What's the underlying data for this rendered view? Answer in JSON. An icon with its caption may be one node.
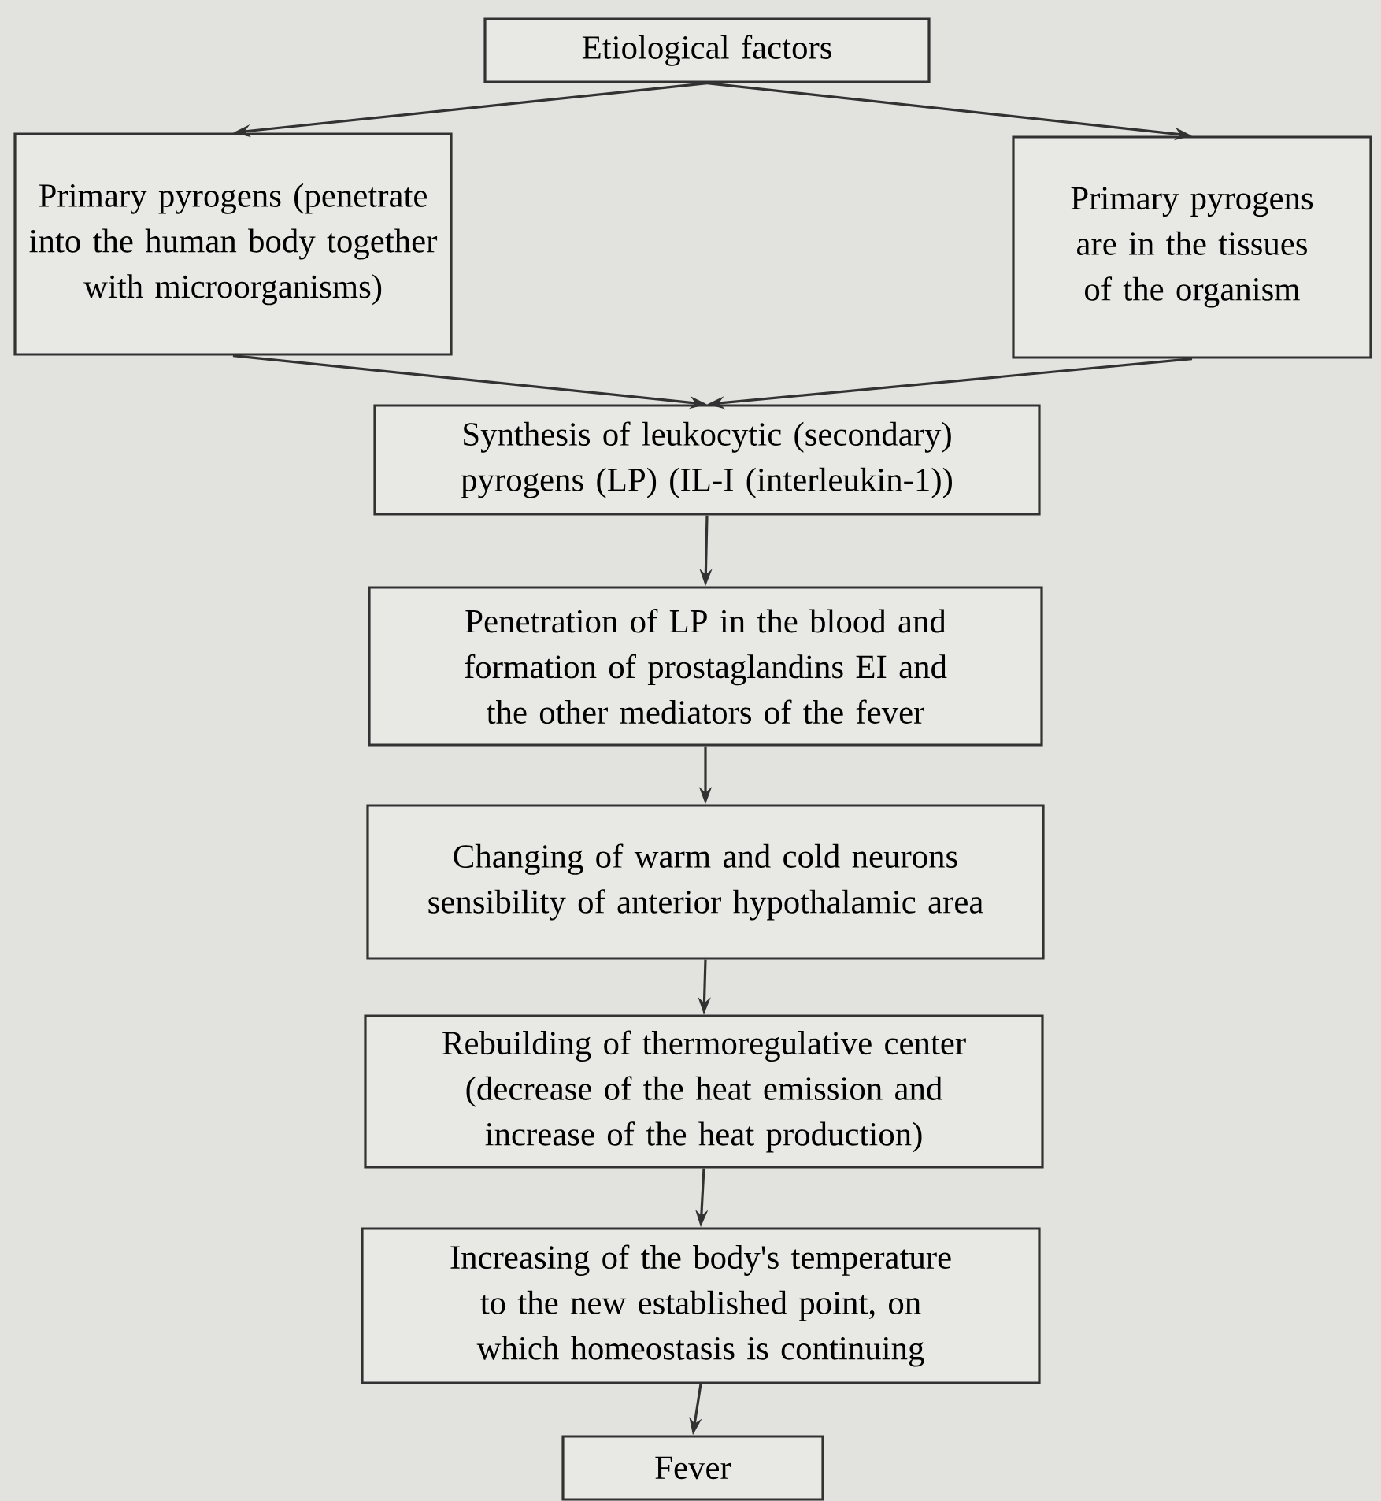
{
  "diagram": {
    "nodes": [
      {
        "text": [
          "Etiological factors"
        ]
      },
      {
        "text": [
          "Primary pyrogens (penetrate into the human body together with microorganisms)"
        ]
      },
      {
        "text": [
          "Primary pyrogens are in the tissues of the organism"
        ]
      },
      {
        "text": [
          "Synthesis of leukocytic (secondary) pyrogens (LP) (IL-I (interleukin-1))"
        ]
      },
      {
        "text": [
          "Penetration of LP in the blood and formation of prostaglandins EI and the other mediators of the fever"
        ]
      },
      {
        "text": [
          "Changing of warm and cold neurons sensibility of anterior hypothalamic area"
        ]
      },
      {
        "text": [
          "Rebuilding of thermoregulative center (decrease of the heat emission and increase of the heat production)"
        ]
      },
      {
        "text": [
          "Increasing of the body's temperature to the new established point, on which homeostasis is continuing"
        ]
      },
      {
        "text": [
          "Fever"
        ]
      }
    ],
    "edges": [
      {
        "from": 0,
        "to": 1,
        "arrow": "to"
      },
      {
        "from": 0,
        "to": 2,
        "arrow": "to"
      },
      {
        "from": 1,
        "to": 3,
        "arrow": "to"
      },
      {
        "from": 2,
        "to": 3,
        "arrow": "to"
      },
      {
        "from": 3,
        "to": 4,
        "arrow": "to"
      },
      {
        "from": 4,
        "to": 5,
        "arrow": "to"
      },
      {
        "from": 5,
        "to": 6,
        "arrow": "to"
      },
      {
        "from": 6,
        "to": 7,
        "arrow": "to"
      },
      {
        "from": 7,
        "to": 8,
        "arrow": "to"
      }
    ]
  }
}
